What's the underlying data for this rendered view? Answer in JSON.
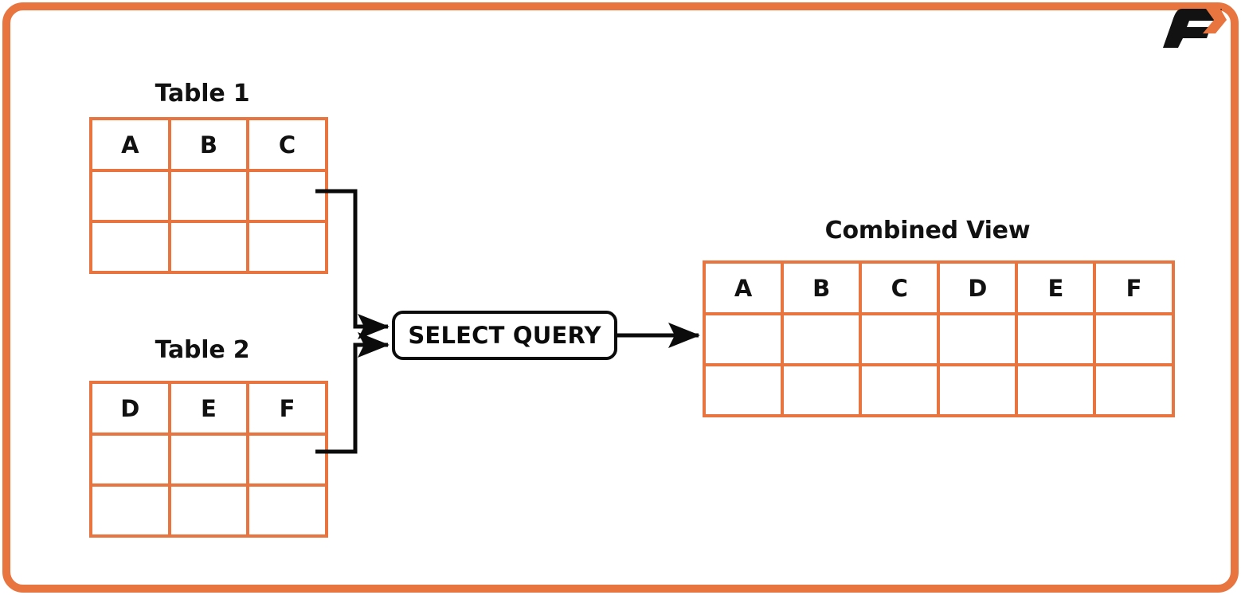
{
  "diagram": {
    "title": "SQL SELECT query combining two tables into a combined view",
    "frame_color": "#E8753F",
    "line_color": "#0b0b0b",
    "text_color": "#111111",
    "background": "#ffffff"
  },
  "logo": {
    "name": "company-f-logo",
    "letter": "F",
    "letter_color": "#121212",
    "chevron_color": "#E8753F"
  },
  "tables": {
    "table1": {
      "title": "Table 1",
      "columns": [
        "A",
        "B",
        "C"
      ],
      "empty_rows": 2,
      "border_color": "#E8753F"
    },
    "table2": {
      "title": "Table 2",
      "columns": [
        "D",
        "E",
        "F"
      ],
      "empty_rows": 2,
      "border_color": "#E8753F"
    },
    "combined": {
      "title": "Combined View",
      "columns": [
        "A",
        "B",
        "C",
        "D",
        "E",
        "F"
      ],
      "empty_rows": 2,
      "border_color": "#E8753F"
    }
  },
  "query": {
    "label": "SELECT QUERY",
    "border_color": "#0b0b0b"
  },
  "connectors": {
    "input_from_table1": "elbow-arrow",
    "input_from_table2": "elbow-arrow",
    "output_to_combined": "straight-arrow"
  }
}
